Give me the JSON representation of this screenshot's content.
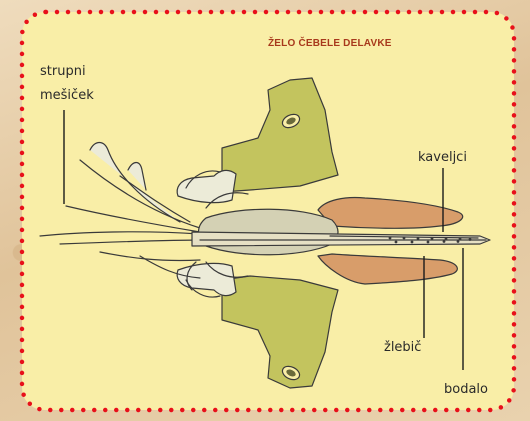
{
  "title": "ŽELO ČEBELE DELAVKE",
  "labels": {
    "strupni": "strupni",
    "mesicek": "mešiček",
    "kaveljci": "kaveljci",
    "zlebic": "žlebič",
    "bodalo": "bodalo"
  },
  "colors": {
    "panel": "#f9eea7",
    "border_dots": "#e8101a",
    "title": "#a8391c",
    "plate_green": "#c3c45e",
    "lancet_orange": "#d89d6a",
    "bulb_grey": "#d4d1b4",
    "line": "#3a3a3a"
  }
}
